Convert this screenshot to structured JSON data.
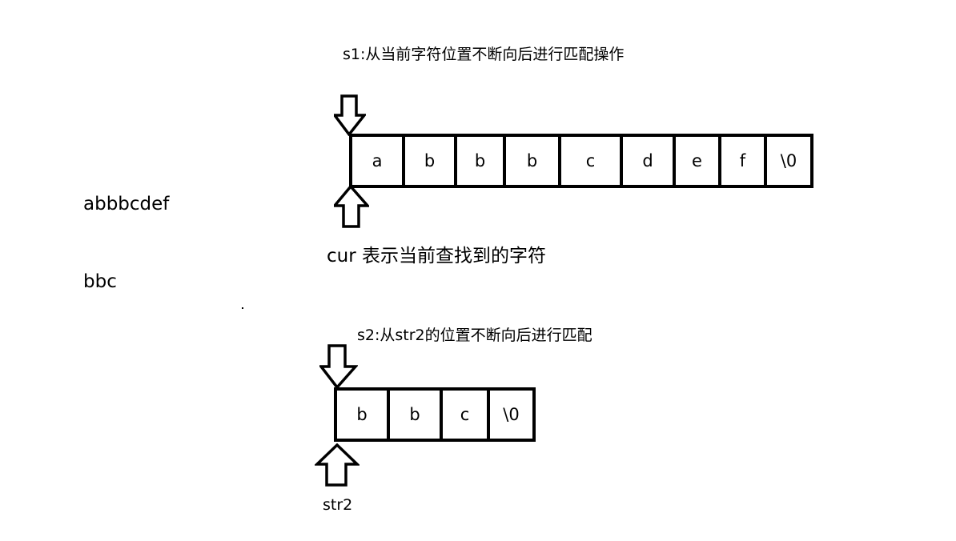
{
  "captions": {
    "s1": "s1:从当前字符位置不断向后进行匹配操作",
    "cur": "cur  表示当前查找到的字符",
    "s2": "s2:从str2的位置不断向后进行匹配",
    "str2": "str2"
  },
  "left_text": {
    "str1": "abbbcdef",
    "str2": "bbc"
  },
  "row1": {
    "cells": [
      "a",
      "b",
      "b",
      "b",
      "c",
      "d",
      "e",
      "f",
      "\\0"
    ]
  },
  "row2": {
    "cells": [
      "b",
      "b",
      "c",
      "\\0"
    ]
  },
  "icons": {
    "s1_pointer": "down-arrow-icon",
    "cur_pointer": "up-arrow-icon",
    "s2_pointer": "down-arrow-icon",
    "str2_pointer": "up-arrow-icon"
  }
}
